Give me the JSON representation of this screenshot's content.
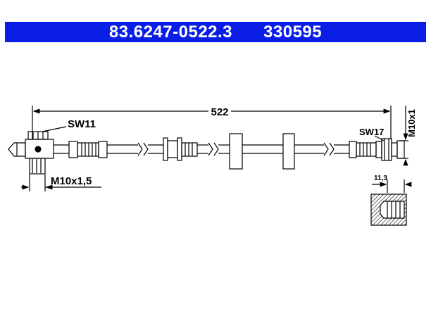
{
  "header": {
    "part_number": "83.6247-0522.3",
    "ref_number": "330595"
  },
  "dimensions": {
    "length": "522",
    "sw_left": "SW11",
    "thread_left": "M10x1,5",
    "sw_right": "SW17",
    "thread_right": "M10x1",
    "depth": "11,3"
  },
  "colors": {
    "banner": "#0a1ee6",
    "line": "#000000",
    "hatch": "#000000"
  }
}
